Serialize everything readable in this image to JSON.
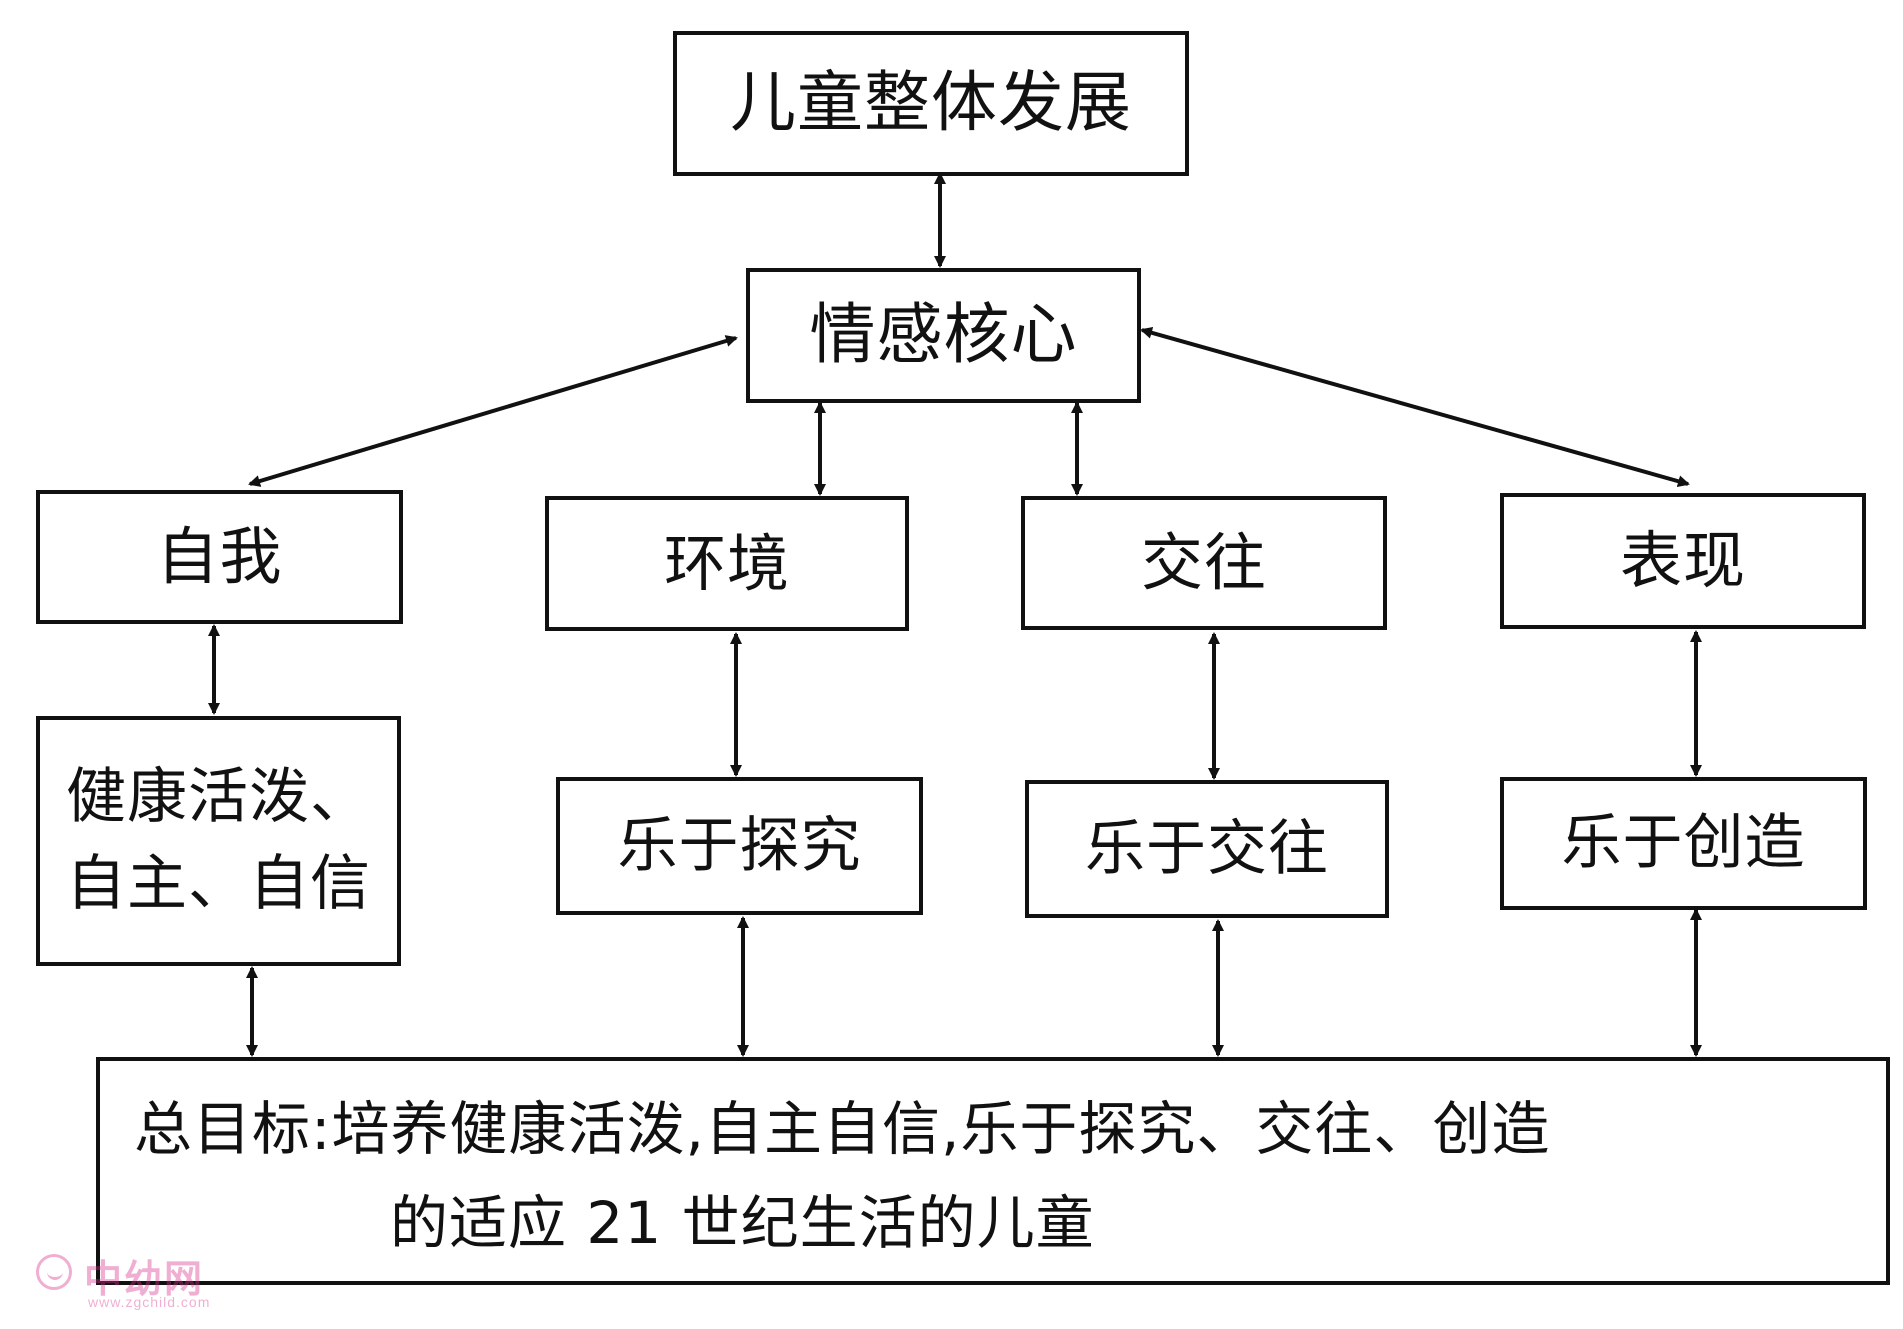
{
  "diagram": {
    "top": {
      "label": "儿童整体发展"
    },
    "core": {
      "label": "情感核心"
    },
    "domains": [
      {
        "label": "自我"
      },
      {
        "label": "环境"
      },
      {
        "label": "交往"
      },
      {
        "label": "表现"
      }
    ],
    "outcomes": [
      {
        "line1": "健康活泼、",
        "line2": "自主、自信"
      },
      {
        "label": "乐于探究"
      },
      {
        "label": "乐于交往"
      },
      {
        "label": "乐于创造"
      }
    ],
    "goal": {
      "line1": "总目标:培养健康活泼,自主自信,乐于探究、交往、创造",
      "line2": "的适应 21 世纪生活的儿童"
    }
  },
  "watermark": {
    "name": "中幼网",
    "url": "www.zgchild.com"
  },
  "colors": {
    "line": "#111111",
    "watermark": "#d82c8c"
  }
}
